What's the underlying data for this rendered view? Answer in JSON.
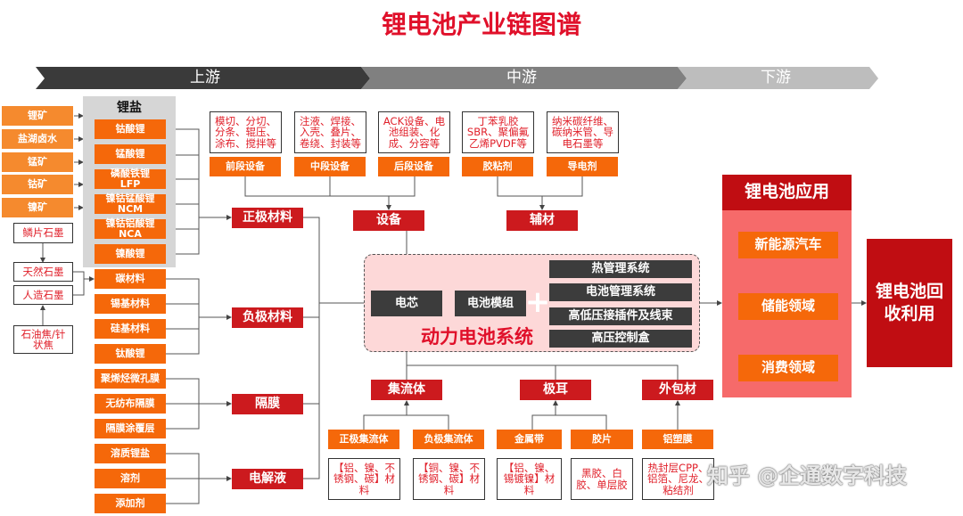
{
  "title": "锂电池产业链图谱",
  "stages": [
    "上游",
    "中游",
    "下游"
  ],
  "ores": [
    "锂矿",
    "盐湖卤水",
    "锰矿",
    "钴矿",
    "镍矿"
  ],
  "graphite": [
    "鳞片石墨",
    "天然石墨",
    "人造石墨",
    "石油焦/针状焦"
  ],
  "lithium_salt": {
    "title": "锂盐",
    "items": [
      "钴酸锂",
      "锰酸锂",
      "磷酸铁锂LFP",
      "镍钴锰酸锂NCM",
      "镍钴铝酸锂NCA",
      "镍酸锂"
    ]
  },
  "anode_items": [
    "碳材料",
    "锡基材料",
    "硅基材料",
    "钛酸锂"
  ],
  "separator_items": [
    "聚烯烃微孔膜",
    "无纺布隔膜",
    "隔膜涂覆层"
  ],
  "electrolyte_items": [
    "溶质锂盐",
    "溶剂",
    "添加剂"
  ],
  "materials": [
    "正极材料",
    "负极材料",
    "隔膜",
    "电解液"
  ],
  "equipment": [
    {
      "desc": "模切、分切、分条、辊压、涂布、搅拌等",
      "label": "前段设备"
    },
    {
      "desc": "注液、焊接、入壳、叠片、卷绕、封装等",
      "label": "中段设备"
    },
    {
      "desc": "ACK设备、电池组装、化成、分容等",
      "label": "后段设备"
    },
    {
      "desc": "丁苯乳胶SBR、聚偏氟乙烯PVDF等",
      "label": "胶粘剂"
    },
    {
      "desc": "纳米碳纤维、碳纳米管、导电石墨等",
      "label": "导电剂"
    }
  ],
  "equip_group": "设备",
  "aux_group": "辅材",
  "system": {
    "title": "动力电池系统",
    "cell": "电芯",
    "module": "电池模组",
    "plus": "+",
    "parts": [
      "热管理系统",
      "电池管理系统",
      "高低压接插件及线束",
      "高压控制盒"
    ]
  },
  "bottom_groups": [
    "集流体",
    "极耳",
    "外包材"
  ],
  "bottom_items": [
    {
      "label": "正极集流体",
      "desc": "【铝、镍、不锈钢、碳】材料"
    },
    {
      "label": "负极集流体",
      "desc": "【铜、镍、不锈钢、碳】材料"
    },
    {
      "label": "金属带",
      "desc": "【铝、镍、锡镀镍】材料"
    },
    {
      "label": "胶片",
      "desc": "黑胶、白胶、单层胶"
    },
    {
      "label": "铝塑膜",
      "desc": "热封层CPP、铝箔、尼龙、粘结剂"
    }
  ],
  "application": {
    "title": "锂电池应用",
    "items": [
      "新能源汽车",
      "储能领域",
      "消费领域"
    ]
  },
  "recycle": "锂电池回收利用",
  "watermark": "知乎 @企通数字科技",
  "colors": {
    "title": "#e0102a",
    "orange": "#f5680a",
    "red": "#cc1a1e",
    "dark": "#3c3c3c",
    "pink": "#fdd8d8"
  }
}
